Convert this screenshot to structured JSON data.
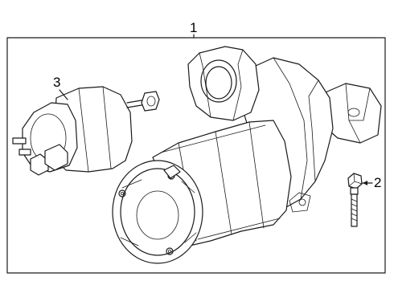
{
  "callouts": {
    "assembly": "1",
    "bolt": "2",
    "solenoid": "3"
  }
}
